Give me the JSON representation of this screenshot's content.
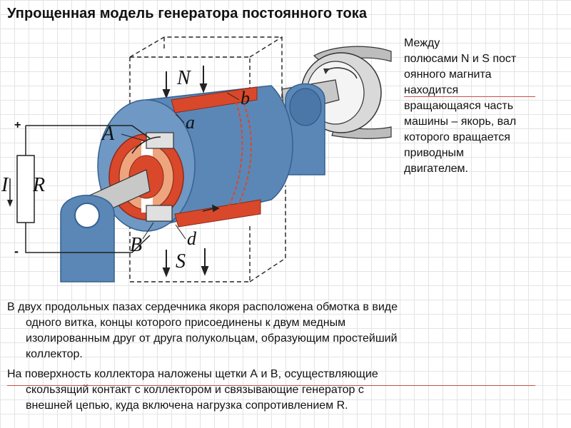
{
  "title": "Упрощенная модель генератора постоянного тока",
  "side_text": [
    "Между",
    "полюсами N и S пост",
    "оянного магнита",
    "находится",
    "вращающаяся часть",
    "машины – якорь, вал",
    "которого вращается",
    "приводным",
    "двигателем."
  ],
  "diagram": {
    "labels": {
      "N": "N",
      "S": "S",
      "A": "A",
      "B": "B",
      "a": "a",
      "b": "b",
      "d": "d",
      "I": "I",
      "R": "R",
      "plus": "+",
      "minus": "-"
    },
    "colors": {
      "blue": "#5b87b7",
      "blue_dark": "#35618f",
      "red": "#d9482b",
      "orange": "#eea57e",
      "gray": "#b8b8b8"
    }
  },
  "paragraphs": [
    {
      "first": "В двух продольных пазах сердечника якоря расположена обмотка в виде",
      "rest": [
        "одного витка, концы которого присоединены к двум медным",
        "изолированным друг от друга полукольцам, образующим простейший",
        "коллектор."
      ]
    },
    {
      "first": "На поверхность коллектора наложены щетки А и В, осуществляющие",
      "rest": [
        "скользящий контакт с коллектором и связывающие генератор с",
        "внешней цепью, куда включена нагрузка сопротивлением R."
      ]
    }
  ]
}
